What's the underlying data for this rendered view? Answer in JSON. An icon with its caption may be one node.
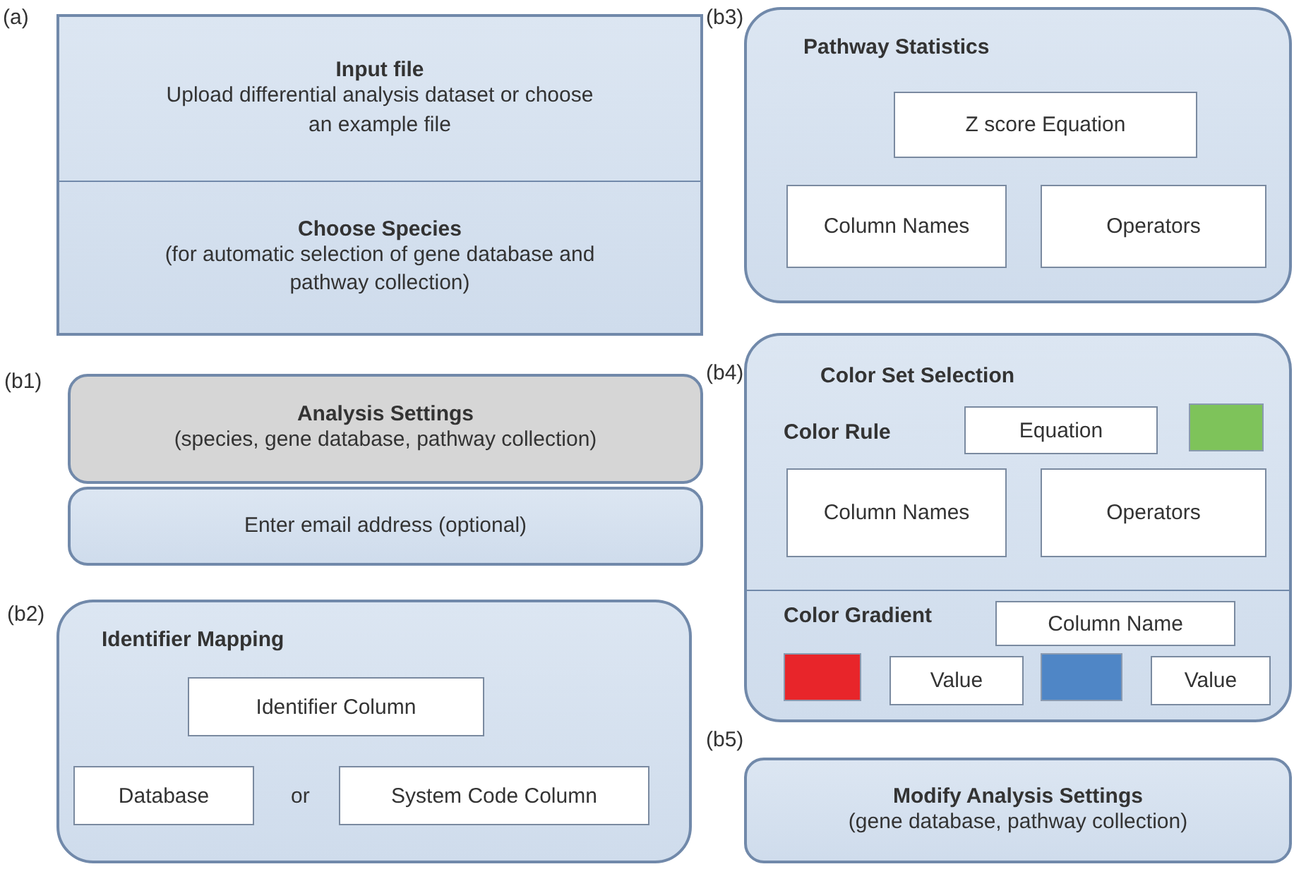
{
  "diagram": {
    "nodes": [
      {
        "text": [],
        "shape": "box"
      },
      {
        "text": [
          "Input file",
          "Upload differential analysis dataset or choose an example file"
        ],
        "in": 0
      },
      {
        "text": [
          "Choose Species",
          "(for automatic selection of gene database and pathway collection)"
        ],
        "in": 0
      },
      {
        "text": [
          "Analysis Settings",
          "(species, gene database, pathway collection)"
        ]
      },
      {
        "text": [
          "Enter email address (optional)"
        ]
      },
      {
        "text": [
          "Identifier Mapping"
        ]
      },
      {
        "text": [
          "Identifier Column"
        ],
        "in": 5
      },
      {
        "text": [
          "Database"
        ],
        "in": 5
      },
      {
        "text": [
          "System Code Column"
        ],
        "in": 5
      },
      {
        "text": [
          "Pathway Statistics"
        ]
      },
      {
        "text": [
          "Z score Equation"
        ],
        "in": 9
      },
      {
        "text": [
          "Column Names"
        ],
        "in": 9
      },
      {
        "text": [
          "Operators"
        ],
        "in": 9
      },
      {
        "text": [
          "Color Set Selection"
        ]
      },
      {
        "text": [
          "Equation"
        ],
        "in": 13
      },
      {
        "text": [],
        "shape": "box",
        "in": 13
      },
      {
        "text": [
          "Column Names"
        ],
        "in": 13
      },
      {
        "text": [
          "Operators"
        ],
        "in": 13
      },
      {
        "text": [
          "Column Name"
        ],
        "in": 13
      },
      {
        "text": [],
        "shape": "box",
        "in": 13
      },
      {
        "text": [
          "Value"
        ],
        "in": 13
      },
      {
        "text": [],
        "shape": "box",
        "in": 13
      },
      {
        "text": [
          "Value"
        ],
        "in": 13
      },
      {
        "text": [
          "Modify Analysis Settings",
          "(gene database, pathway collection)"
        ]
      }
    ],
    "labels": [
      "(a)",
      "(b3)",
      "(b4)",
      "(b1)",
      "Color Rule",
      "(b2)",
      "Color Gradient",
      "or",
      "(b5)"
    ]
  }
}
